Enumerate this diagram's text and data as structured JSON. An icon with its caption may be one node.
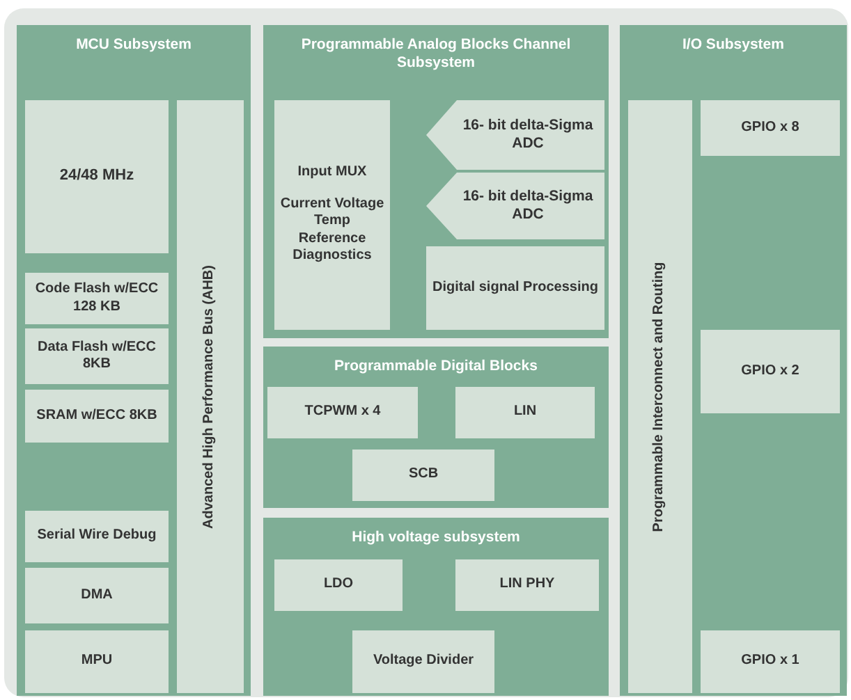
{
  "diagram": {
    "nodes": [
      {
        "text": [
          "MCU Subsystem"
        ]
      },
      {
        "text": [
          "24/48 MHz"
        ],
        "in": 0
      },
      {
        "text": [
          "Code Flash w/ECC 128 KB"
        ],
        "in": 0
      },
      {
        "text": [
          "Data Flash w/ECC 8KB"
        ],
        "in": 0
      },
      {
        "text": [
          "SRAM w/ECC 8KB"
        ],
        "in": 0
      },
      {
        "text": [
          "Serial Wire Debug"
        ],
        "in": 0
      },
      {
        "text": [
          "DMA"
        ],
        "in": 0
      },
      {
        "text": [
          "MPU"
        ],
        "in": 0
      },
      {
        "text": [
          "Advanced High Performance Bus (AHB)"
        ],
        "in": 0
      },
      {
        "text": [
          "Programmable Analog Blocks Channel Subsystem"
        ]
      },
      {
        "text": [
          "Input MUX",
          "Current Voltage Temp Reference Diagnostics"
        ],
        "in": 9
      },
      {
        "text": [
          "16- bit delta-Sigma ADC"
        ],
        "in": 9
      },
      {
        "text": [
          "16- bit delta-Sigma ADC"
        ],
        "in": 9
      },
      {
        "text": [
          "Digital signal Processing"
        ],
        "in": 9
      },
      {
        "text": [
          "Programmable Digital Blocks"
        ]
      },
      {
        "text": [
          "TCPWM x 4"
        ],
        "in": 14
      },
      {
        "text": [
          "LIN"
        ],
        "in": 14
      },
      {
        "text": [
          "SCB"
        ],
        "in": 14
      },
      {
        "text": [
          "High voltage subsystem"
        ]
      },
      {
        "text": [
          "LDO"
        ],
        "in": 18
      },
      {
        "text": [
          "LIN PHY"
        ],
        "in": 18
      },
      {
        "text": [
          "Voltage Divider"
        ],
        "in": 18
      },
      {
        "text": [
          "I/O Subsystem"
        ]
      },
      {
        "text": [
          "Programmable Interconnect and Routing"
        ],
        "in": 22
      },
      {
        "text": [
          "GPIO x 8"
        ],
        "in": 22
      },
      {
        "text": [
          "GPIO x 2"
        ],
        "in": 22
      },
      {
        "text": [
          "GPIO x 1"
        ],
        "in": 22
      }
    ]
  }
}
